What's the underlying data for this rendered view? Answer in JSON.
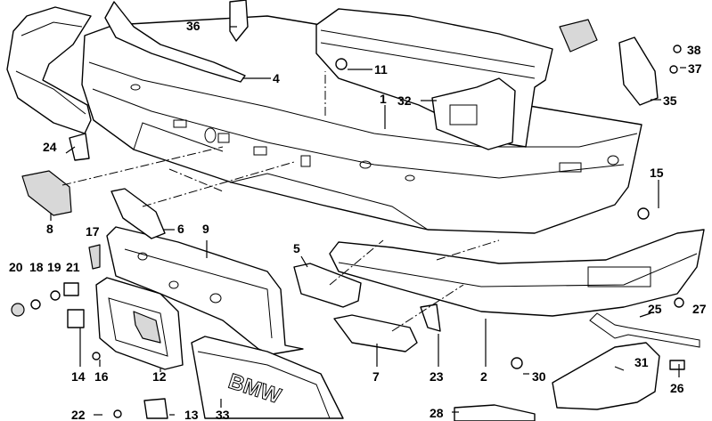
{
  "callouts": [
    {
      "id": "c1",
      "text": "1"
    },
    {
      "id": "c2",
      "text": "2"
    },
    {
      "id": "c4",
      "text": "4"
    },
    {
      "id": "c5",
      "text": "5"
    },
    {
      "id": "c6",
      "text": "6"
    },
    {
      "id": "c7",
      "text": "7"
    },
    {
      "id": "c8",
      "text": "8"
    },
    {
      "id": "c9",
      "text": "9"
    },
    {
      "id": "c11",
      "text": "11"
    },
    {
      "id": "c12",
      "text": "12"
    },
    {
      "id": "c13",
      "text": "13"
    },
    {
      "id": "c14",
      "text": "14"
    },
    {
      "id": "c15",
      "text": "15"
    },
    {
      "id": "c16",
      "text": "16"
    },
    {
      "id": "c17",
      "text": "17"
    },
    {
      "id": "c18",
      "text": "18"
    },
    {
      "id": "c19",
      "text": "19"
    },
    {
      "id": "c20",
      "text": "20"
    },
    {
      "id": "c21",
      "text": "21"
    },
    {
      "id": "c22",
      "text": "22"
    },
    {
      "id": "c23",
      "text": "23"
    },
    {
      "id": "c24",
      "text": "24"
    },
    {
      "id": "c25",
      "text": "25"
    },
    {
      "id": "c26",
      "text": "26"
    },
    {
      "id": "c27",
      "text": "27"
    },
    {
      "id": "c28",
      "text": "28"
    },
    {
      "id": "c30",
      "text": "30"
    },
    {
      "id": "c31",
      "text": "31"
    },
    {
      "id": "c32",
      "text": "32"
    },
    {
      "id": "c33",
      "text": "33"
    },
    {
      "id": "c35",
      "text": "35"
    },
    {
      "id": "c36",
      "text": "36"
    },
    {
      "id": "c37",
      "text": "37"
    },
    {
      "id": "c38",
      "text": "38"
    }
  ],
  "grille_lettering": "BMW"
}
